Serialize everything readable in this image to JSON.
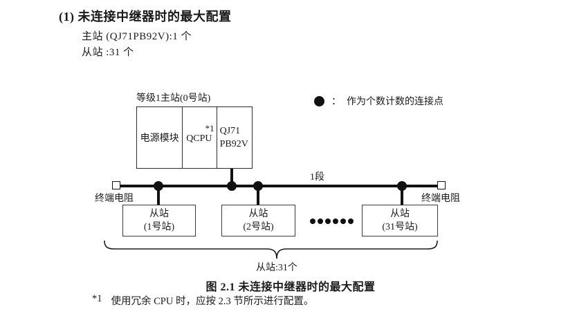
{
  "intro": {
    "heading": "(1) 未连接中继器时的最大配置",
    "master_line": "主站 (QJ71PB92V):1 个",
    "slave_line": "从站 :31 个"
  },
  "legend": {
    "separator": "：",
    "text": "作为个数计数的连接点"
  },
  "master": {
    "label": "等级1主站(0号站)",
    "cells": {
      "power": "电源模块",
      "cpu": "QCPU",
      "cpu_note": "*1",
      "pb_line1": "QJ71",
      "pb_line2": "PB92V"
    }
  },
  "bus": {
    "segment_label": "1段",
    "terminator_left": "终端电阻",
    "terminator_right": "终端电阻"
  },
  "slaves": [
    {
      "line1": "从站",
      "line2": "(1号站)"
    },
    {
      "line1": "从站",
      "line2": "(2号站)"
    },
    {
      "line1": "从站",
      "line2": "(31号站)"
    }
  ],
  "brace_label": "从站:31个",
  "caption": "图 2.1 未连接中继器时的最大配置",
  "footnote": {
    "ref": "*1",
    "text": "使用冗余 CPU 时，应按 2.3 节所示进行配置。"
  },
  "colors": {
    "ink": "#1a1a1a",
    "line": "#111111",
    "background": "#ffffff"
  }
}
